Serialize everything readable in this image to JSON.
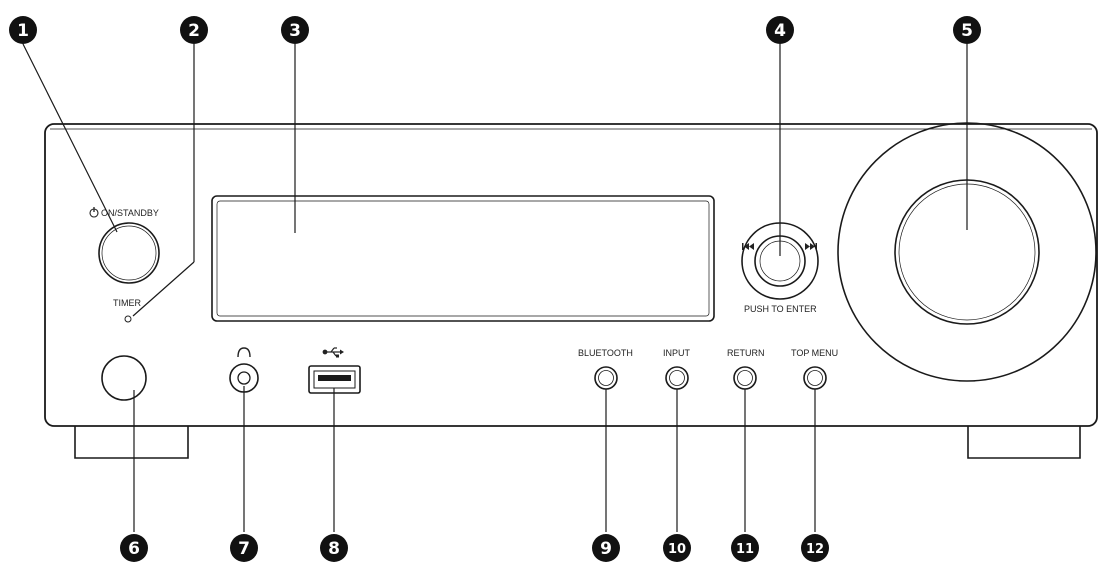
{
  "labels": {
    "power": "ON/STANDBY",
    "timer": "TIMER",
    "push_to_enter": "PUSH TO ENTER",
    "bluetooth": "BLUETOOTH",
    "input": "INPUT",
    "return": "RETURN",
    "top_menu": "TOP MENU"
  },
  "callouts": [
    "1",
    "2",
    "3",
    "4",
    "5",
    "6",
    "7",
    "8",
    "9",
    "10",
    "11",
    "12"
  ],
  "icons": {
    "power": "power-icon",
    "headphones": "headphones-icon",
    "usb": "usb-icon",
    "prev": "skip-back-icon",
    "next": "skip-forward-icon"
  },
  "colors": {
    "line": "#1a1a1a",
    "callout_fill": "#111111"
  }
}
